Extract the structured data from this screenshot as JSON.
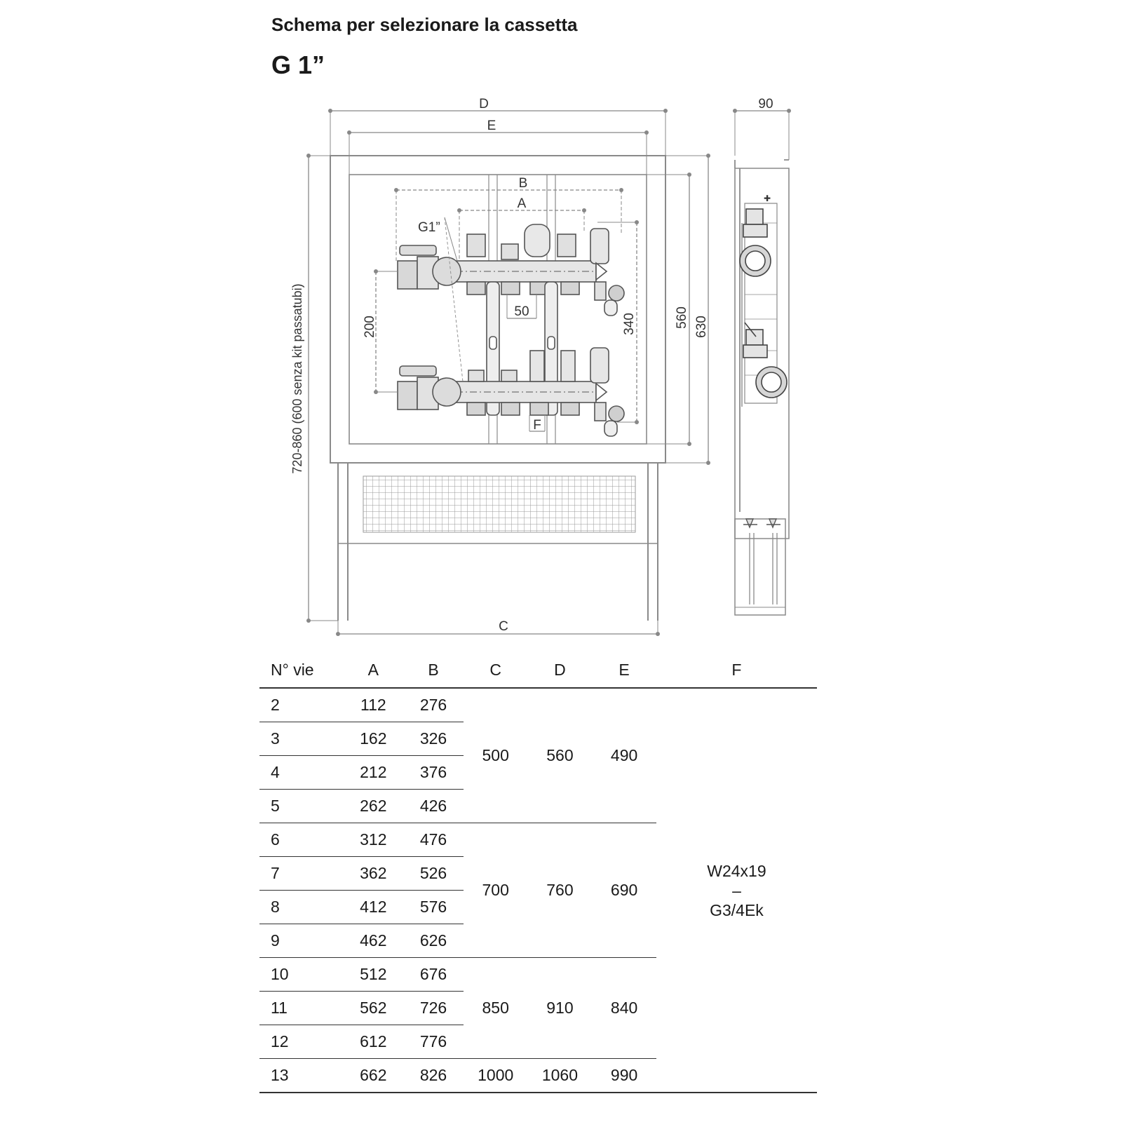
{
  "header": {
    "title": "Schema per selezionare la cassetta",
    "subtitle": "G 1”"
  },
  "drawing": {
    "labels": {
      "D": "D",
      "E": "E",
      "B": "B",
      "A": "A",
      "C": "C",
      "F": "F",
      "G1": "G1”",
      "dim_50": "50",
      "dim_200": "200",
      "dim_340": "340",
      "dim_560": "560",
      "dim_630": "630",
      "dim_90": "90",
      "dim_height": "720-860 (600 senza kit passatubi)"
    }
  },
  "table": {
    "headers": [
      "N° vie",
      "A",
      "B",
      "C",
      "D",
      "E",
      "F"
    ],
    "rows": [
      {
        "vie": "2",
        "a": "112",
        "b": "276"
      },
      {
        "vie": "3",
        "a": "162",
        "b": "326"
      },
      {
        "vie": "4",
        "a": "212",
        "b": "376"
      },
      {
        "vie": "5",
        "a": "262",
        "b": "426"
      },
      {
        "vie": "6",
        "a": "312",
        "b": "476"
      },
      {
        "vie": "7",
        "a": "362",
        "b": "526"
      },
      {
        "vie": "8",
        "a": "412",
        "b": "576"
      },
      {
        "vie": "9",
        "a": "462",
        "b": "626"
      },
      {
        "vie": "10",
        "a": "512",
        "b": "676"
      },
      {
        "vie": "11",
        "a": "562",
        "b": "726"
      },
      {
        "vie": "12",
        "a": "612",
        "b": "776"
      },
      {
        "vie": "13",
        "a": "662",
        "b": "826"
      }
    ],
    "groups": [
      {
        "c": "500",
        "d": "560",
        "e": "490"
      },
      {
        "c": "700",
        "d": "760",
        "e": "690"
      },
      {
        "c": "850",
        "d": "910",
        "e": "840"
      },
      {
        "c": "1000",
        "d": "1060",
        "e": "990"
      }
    ],
    "f_lines": [
      "W24x19",
      "–",
      "G3/4Ek"
    ]
  }
}
